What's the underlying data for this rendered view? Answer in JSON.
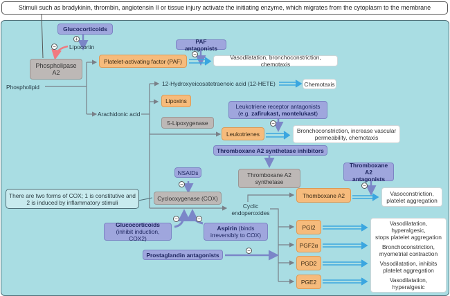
{
  "top_note": "Stimuli such as bradykinin, thrombin, angiotensin II or tissue injury activate the initiating enzyme, which migrates from the cytoplasm to the membrane",
  "cox_note": "There are two forms of COX; 1 is constitutive and 2 is induced by inflammatory stimuli",
  "drugs": {
    "glucocorticoids_top": "Glucocorticoids",
    "paf_antagonists": "PAF antagonists",
    "leukotriene_antagonists_line1": "Leukotriene receptor antagonists",
    "leukotriene_antagonists_line2_prefix": "(e.g. ",
    "leukotriene_antagonists_line2_bold": "zafirukast, montelukast",
    "leukotriene_antagonists_line2_suffix": ")",
    "txa2_synthetase_inhibitors": "Thromboxane A2 synthetase inhibitors",
    "txa2_antagonists_line1": "Thromboxane A2",
    "txa2_antagonists_line2": "antagonists",
    "nsaids": "NSAIDs",
    "glucocorticoids_bottom_line1": "Glucocorticoids",
    "glucocorticoids_bottom_line2": "(inhibit induction, COX2)",
    "aspirin_bold": "Aspirin",
    "aspirin_rest1": " (binds",
    "aspirin_rest2": "irreversibly to COX)",
    "prostaglandin_antagonists": "Prostaglandin antagonists"
  },
  "enzymes": {
    "phospholipase_line1": "Phospholipase",
    "phospholipase_line2": "A2",
    "lipoxygenase": "5-Lipoxygenase",
    "txa2_synthetase_line1": "Thromboxane A2",
    "txa2_synthetase_line2": "synthetase",
    "cox": "Cyclooxygenase (COX)"
  },
  "products": {
    "paf": "Platelet-activating factor (PAF)",
    "lipoxins": "Lipoxins",
    "leukotrienes": "Leukotrienes",
    "thromboxane": "Thomboxane A2",
    "pgi2": "PGI2",
    "pgf2a": "PGF2α",
    "pgd2": "PGD2",
    "pge2": "PGE2"
  },
  "labels": {
    "lipocortin": "Lipocortin",
    "phospholipid": "Phospholipid",
    "arachidonic_acid": "Arachidonic acid",
    "hete": "12-Hydroxyeicosatetraenoic acid (12-HETE)",
    "cyclic_line1": "Cyclic",
    "cyclic_line2": "endoperoxides"
  },
  "effects": {
    "paf": "Vasodilatation, bronchoconstriction, chemotaxis",
    "hete": "Chemotaxis",
    "leukotrienes_line1": "Bronchoconstriction, increase vascular",
    "leukotrienes_line2": "permeability, chemotaxis",
    "thromboxane_line1": "Vasoconstriction,",
    "thromboxane_line2": "platelet aggregation",
    "pgi2_line1": "Vasodilatation, hyperalgesic,",
    "pgi2_line2": "stops platelet aggregation",
    "pgf2a_line1": "Bronchoconstriction,",
    "pgf2a_line2": "myometrial contraction",
    "pgd2_line1": "Vasodilatation, inhibits",
    "pgd2_line2": "platelet aggregation",
    "pge2": "Vasodilatation, hyperalgesic"
  },
  "symbols": {
    "minus": "−",
    "plus": "+"
  },
  "colors": {
    "panel_bg": "#a9dde3",
    "drug": "#9fa6dd",
    "enzyme": "#bdb8b6",
    "product": "#f6bb7c",
    "effect_arrow": "#3aa6e0",
    "inhibit_arrow": "#f07a80"
  }
}
